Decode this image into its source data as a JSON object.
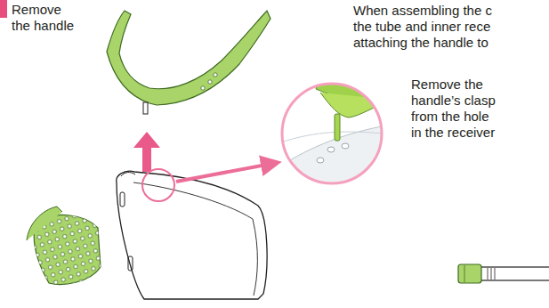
{
  "diagram": {
    "labels": [
      "Remove the handle",
      "When assembling the c",
      "the tube and inner rece",
      "attaching the handle to",
      "Remove the handle’s clasp from the hole in the receiver"
    ]
  }
}
